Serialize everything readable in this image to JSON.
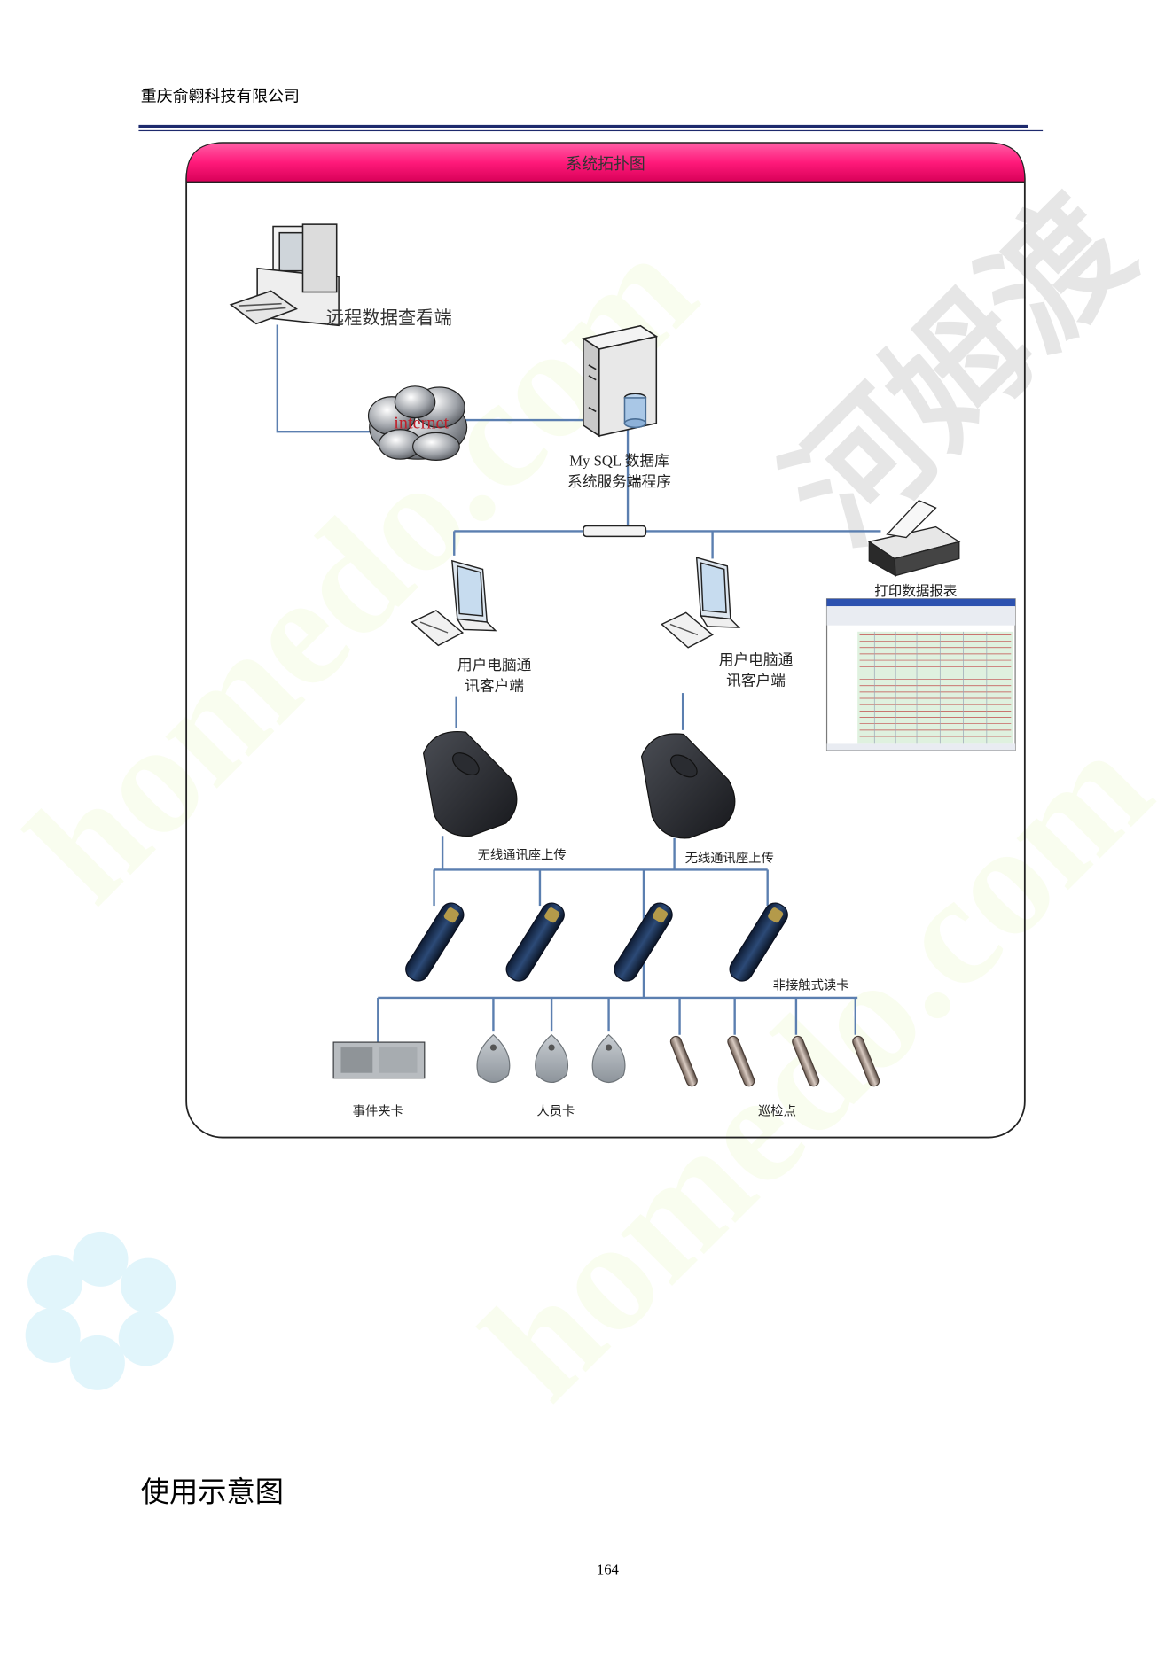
{
  "header": {
    "company": "重庆俞翱科技有限公司"
  },
  "diagram": {
    "title": "系统拓扑图",
    "remote_label": "远程数据查看端",
    "cloud_label": "internet",
    "db_label_line1": "My SQL 数据库",
    "db_label_line2": "系统服务端程序",
    "printer_label": "打印数据报表",
    "client_left_line1": "用户电脑通",
    "client_left_line2": "讯客户端",
    "client_right_line1": "用户电脑通",
    "client_right_line2": "讯客户端",
    "cradle_left_label": "无线通讯座上传",
    "cradle_right_label": "无线通讯座上传",
    "reader_label": "非接触式读卡",
    "event_card_label": "事件夹卡",
    "staff_card_label": "人员卡",
    "checkpoint_label": "巡检点"
  },
  "section_title": "使用示意图",
  "footer": {
    "page_number": "164"
  },
  "watermark": {
    "text_left": "homedo.com",
    "text_right": "homedo.com",
    "text_cn": "河姆渡"
  },
  "colors": {
    "title_bar_start": "#e0005f",
    "title_bar_end": "#ff4f9a",
    "link_line": "#5b7fb0",
    "header_rule": "#1d2a6d"
  }
}
